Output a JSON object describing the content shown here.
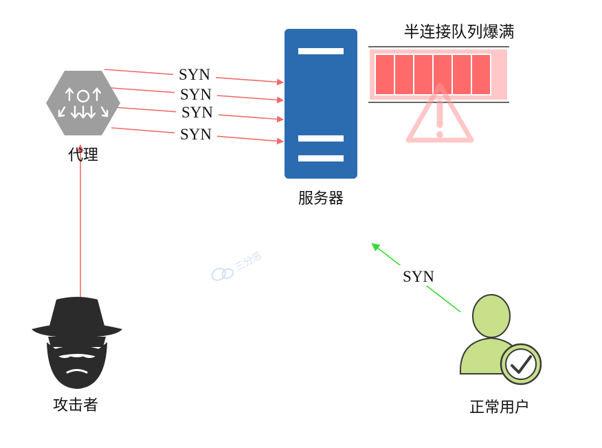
{
  "nodes": {
    "proxy": "代理",
    "server": "服务器",
    "attacker": "攻击者",
    "normal_user": "正常用户"
  },
  "queue": {
    "title": "半连接队列爆满",
    "filled_slots": 6,
    "total_slots": 6
  },
  "edges": {
    "proxy_syn": [
      "SYN",
      "SYN",
      "SYN",
      "SYN"
    ],
    "user_syn": "SYN"
  },
  "watermark": "三分恶",
  "colors": {
    "attack_arrow": "#f26a6a",
    "user_arrow": "#39d939",
    "server": "#2b6cb0",
    "queue_fill": "#ff6b6b",
    "queue_bg": "#ffc7c7",
    "user_body": "#c8e08a"
  }
}
